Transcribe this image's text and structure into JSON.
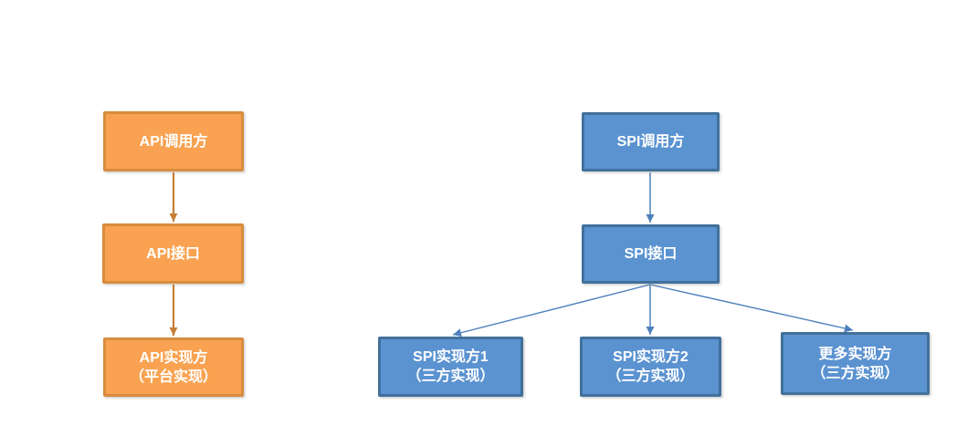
{
  "api": {
    "caller": {
      "lines": [
        "API调用方"
      ]
    },
    "interface": {
      "lines": [
        "API接口"
      ]
    },
    "impl": {
      "lines": [
        "API实现方",
        "（平台实现）"
      ]
    }
  },
  "spi": {
    "caller": {
      "lines": [
        "SPI调用方"
      ]
    },
    "interface": {
      "lines": [
        "SPI接口"
      ]
    },
    "impl1": {
      "lines": [
        "SPI实现方1",
        "（三方实现）"
      ]
    },
    "impl2": {
      "lines": [
        "SPI实现方2",
        "（三方实现）"
      ]
    },
    "impl3": {
      "lines": [
        "更多实现方",
        "（三方实现）"
      ]
    }
  },
  "colors": {
    "api_fill": "#F9A352",
    "api_border": "#D88C3E",
    "api_arrow": "#C77E35",
    "spi_fill": "#5B93D1",
    "spi_border": "#41719C",
    "spi_arrow": "#4E81BC",
    "text": "#FFFFFF"
  }
}
